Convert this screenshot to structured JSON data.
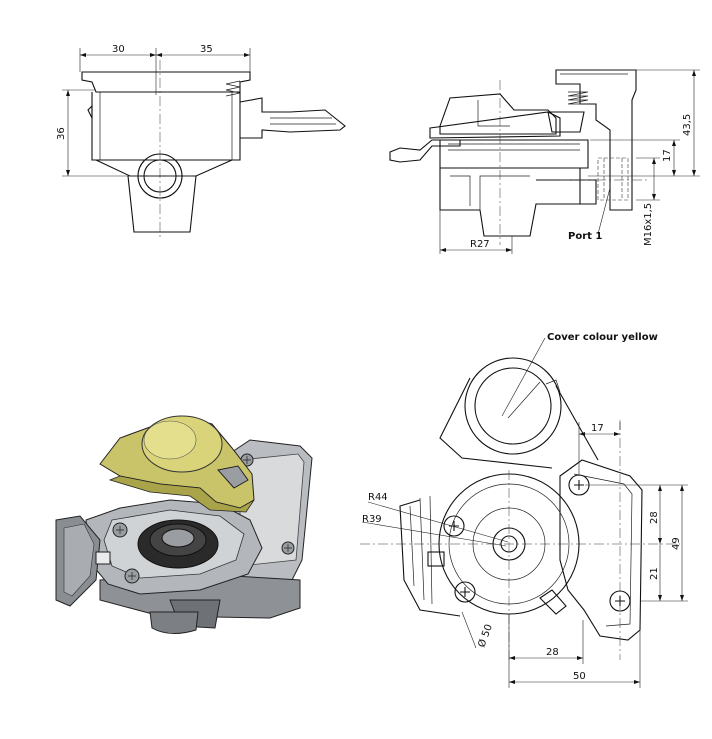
{
  "dimensions": {
    "top_left_width_1": "30",
    "top_left_width_2": "35",
    "top_left_height": "36",
    "side_height_total": "43,5",
    "side_height_port": "17",
    "side_thread": "M16x1,5",
    "side_radius": "R27",
    "port_label": "Port 1",
    "plan_offset": "17",
    "plan_radius_outer": "R44",
    "plan_radius_inner": "R39",
    "plan_dim_28_vertical": "28",
    "plan_dim_49": "49",
    "plan_dim_21": "21",
    "plan_diameter": "Ø 50",
    "plan_dim_28_horizontal": "28",
    "plan_dim_50": "50"
  },
  "notes": {
    "cover_colour": "Cover colour yellow"
  },
  "colors": {
    "cover_yellow": "#c9c46a",
    "body_grey": "#9a9ea3",
    "dark_rubber": "#2a2a2a"
  }
}
